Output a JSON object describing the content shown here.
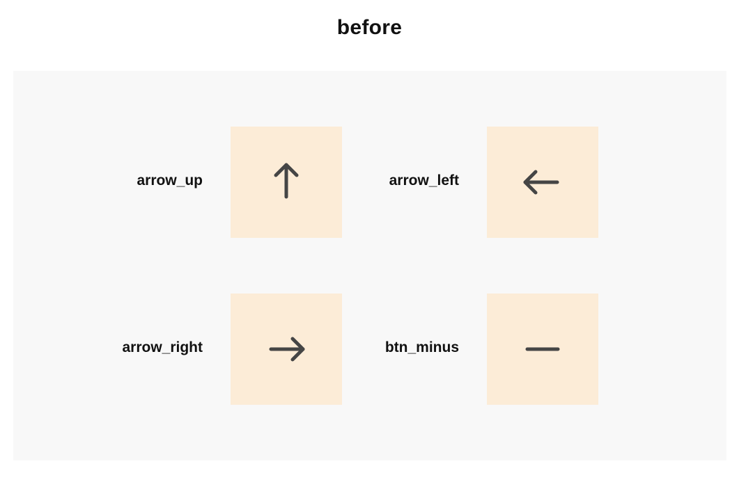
{
  "title": "before",
  "colors": {
    "panel_background": "#f8f8f8",
    "tile_background": "#fcecd7",
    "icon_stroke": "#454545"
  },
  "icons": [
    {
      "label": "arrow_up",
      "icon": "arrow-up-icon"
    },
    {
      "label": "arrow_left",
      "icon": "arrow-left-icon"
    },
    {
      "label": "arrow_right",
      "icon": "arrow-right-icon"
    },
    {
      "label": "btn_minus",
      "icon": "minus-icon"
    }
  ]
}
